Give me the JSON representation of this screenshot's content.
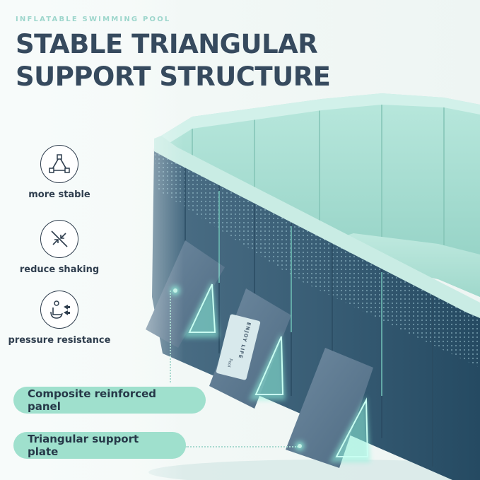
{
  "header": {
    "eyebrow": "INFLATABLE SWIMMING POOL",
    "title_line1": "STABLE TRIANGULAR",
    "title_line2": "SUPPORT STRUCTURE"
  },
  "features": [
    {
      "icon": "triangle-structure-icon",
      "label": "more stable"
    },
    {
      "icon": "inward-arrows-icon",
      "label": "reduce shaking"
    },
    {
      "icon": "pressure-resistance-icon",
      "label": "pressure resistance"
    }
  ],
  "callouts": {
    "panel": "Composite reinforced panel",
    "plate": "Triangular support plate"
  },
  "product_tag": {
    "brand": "ENJOY LIFE",
    "text": "Pool"
  },
  "colors": {
    "accent": "#9fe0cd",
    "title": "#364a5e",
    "pool_inner": "#a7dcd0",
    "pool_outer": "#3b5d76",
    "glow": "#8ff2dc"
  }
}
